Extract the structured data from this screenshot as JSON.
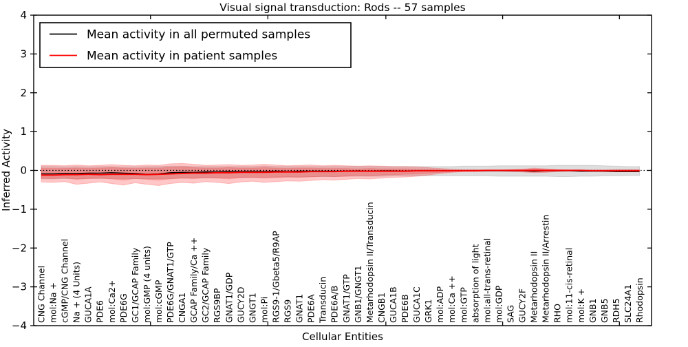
{
  "chart_data": {
    "type": "line",
    "title": "Visual signal transduction: Rods -- 57 samples",
    "xlabel": "Cellular Entities",
    "ylabel": "Inferred Activity",
    "ylim": [
      -4,
      4
    ],
    "grid": false,
    "legend_position": "upper left",
    "ytick_values": [
      4,
      3,
      2,
      1,
      0,
      -1,
      -2,
      -3,
      -4
    ],
    "ytick_labels": [
      "4",
      "3",
      "2",
      "1",
      "0",
      "−1",
      "−2",
      "−3",
      "−4"
    ],
    "xtick_fractions": [
      0.189,
      0.379,
      0.57,
      0.759,
      0.948
    ],
    "zero_line": {
      "y": 0,
      "style": "dotted",
      "color": "#000000"
    },
    "colors": {
      "permuted_line": "#000000",
      "patient_line": "#ff0000",
      "permuted_band": "#000000",
      "patient_band": "#ff0000",
      "frame": "#000000",
      "background": "#ffffff"
    },
    "categories": [
      "CNG Channel",
      "mol:Na +",
      "cGMP/CNG Channel",
      "Na + (4 Units)",
      "GUCA1A",
      "PDE6",
      "mol:Ca2+",
      "PDE6G",
      "GC1/GCAP Family",
      "mol:GMP (4 units)",
      "mol:cGMP",
      "PDE6G/GNAT1/GTP",
      "CNGA1",
      "GCAP Family/Ca ++",
      "GC2/GCAP Family",
      "RGS9BP",
      "GNAT1/GDP",
      "GUCY2D",
      "GNGT1",
      "mol:Pi",
      "RGS9-1/Gbeta5/R9AP",
      "RGS9",
      "GNAT1",
      "PDE6A",
      "Transducin",
      "PDE6A/B",
      "GNAT1/GTP",
      "GNB1/GNGT1",
      "Metarhodopsin II/Transducin",
      "CNGB1",
      "GUCA1B",
      "PDE6B",
      "GUCA1C",
      "GRK1",
      "mol:ADP",
      "mol:Ca ++",
      "mol:GTP",
      "absorption of light",
      "mol:all-trans-retinal",
      "mol:GDP",
      "SAG",
      "GUCY2F",
      "Metarhodopsin II",
      "Metarhodopsin II/Arrestin",
      "RHO",
      "mol:11-cis-retinal",
      "mol:K +",
      "GNB1",
      "GNB5",
      "RDH5",
      "SLC24A1",
      "Rhodopsin"
    ],
    "series": [
      {
        "name": "Mean activity in all permuted samples",
        "color": "#000000",
        "values": [
          -0.09,
          -0.09,
          -0.08,
          -0.08,
          -0.07,
          -0.07,
          -0.06,
          -0.07,
          -0.08,
          -0.1,
          -0.09,
          -0.06,
          -0.05,
          -0.05,
          -0.04,
          -0.04,
          -0.03,
          -0.03,
          -0.03,
          -0.03,
          -0.02,
          -0.03,
          -0.02,
          -0.02,
          -0.02,
          -0.02,
          -0.02,
          -0.01,
          -0.02,
          -0.01,
          -0.01,
          -0.02,
          -0.01,
          -0.01,
          -0.01,
          -0.01,
          -0.01,
          -0.01,
          -0.01,
          -0.01,
          -0.01,
          -0.01,
          -0.02,
          -0.01,
          -0.01,
          -0.01,
          -0.02,
          -0.02,
          -0.02,
          -0.03,
          -0.03,
          -0.03
        ]
      },
      {
        "name": "Mean activity in patient samples",
        "color": "#ff0000",
        "values": [
          -0.12,
          -0.12,
          -0.11,
          -0.11,
          -0.1,
          -0.11,
          -0.1,
          -0.1,
          -0.1,
          -0.11,
          -0.1,
          -0.09,
          -0.08,
          -0.07,
          -0.07,
          -0.06,
          -0.06,
          -0.05,
          -0.05,
          -0.05,
          -0.04,
          -0.04,
          -0.04,
          -0.03,
          -0.03,
          -0.03,
          -0.02,
          -0.02,
          -0.02,
          -0.02,
          -0.02,
          -0.02,
          -0.01,
          -0.01,
          -0.01,
          -0.01,
          -0.01,
          -0.01,
          0.0,
          0.0,
          0.0,
          0.0,
          0.0,
          0.0,
          0.0,
          0.0,
          0.0,
          -0.01,
          -0.01,
          -0.01,
          -0.01,
          -0.01
        ]
      }
    ],
    "bands": [
      {
        "name": "permuted-samples-range",
        "color": "#000000",
        "opacity": 0.13,
        "upper": [
          0.1,
          0.1,
          0.09,
          0.1,
          0.09,
          0.1,
          0.1,
          0.09,
          0.09,
          0.1,
          0.1,
          0.11,
          0.11,
          0.1,
          0.1,
          0.1,
          0.1,
          0.1,
          0.1,
          0.11,
          0.1,
          0.1,
          0.1,
          0.1,
          0.1,
          0.1,
          0.1,
          0.1,
          0.1,
          0.1,
          0.1,
          0.1,
          0.1,
          0.1,
          0.1,
          0.1,
          0.11,
          0.11,
          0.11,
          0.12,
          0.12,
          0.12,
          0.12,
          0.12,
          0.13,
          0.13,
          0.13,
          0.13,
          0.12,
          0.11,
          0.1,
          0.1
        ],
        "lower": [
          -0.22,
          -0.22,
          -0.21,
          -0.22,
          -0.21,
          -0.21,
          -0.21,
          -0.22,
          -0.21,
          -0.22,
          -0.22,
          -0.21,
          -0.2,
          -0.2,
          -0.19,
          -0.19,
          -0.19,
          -0.18,
          -0.18,
          -0.18,
          -0.17,
          -0.17,
          -0.17,
          -0.16,
          -0.16,
          -0.16,
          -0.15,
          -0.15,
          -0.15,
          -0.15,
          -0.14,
          -0.14,
          -0.14,
          -0.14,
          -0.14,
          -0.14,
          -0.14,
          -0.14,
          -0.14,
          -0.15,
          -0.15,
          -0.15,
          -0.15,
          -0.15,
          -0.16,
          -0.16,
          -0.15,
          -0.15,
          -0.14,
          -0.14,
          -0.13,
          -0.13
        ]
      },
      {
        "name": "patient-samples-range-outer",
        "color": "#ff0000",
        "opacity": 0.22,
        "upper": [
          0.13,
          0.13,
          0.12,
          0.14,
          0.12,
          0.13,
          0.15,
          0.13,
          0.12,
          0.14,
          0.13,
          0.17,
          0.18,
          0.16,
          0.13,
          0.14,
          0.15,
          0.13,
          0.14,
          0.16,
          0.14,
          0.12,
          0.13,
          0.14,
          0.12,
          0.13,
          0.12,
          0.11,
          0.12,
          0.11,
          0.1,
          0.1,
          0.09,
          0.07,
          0.05,
          0.03,
          0.02,
          0.02,
          0.01,
          0.01,
          0.02,
          0.03,
          0.06,
          0.04,
          0.02,
          0.01,
          0.01,
          0.01,
          0.01,
          0.02,
          0.02,
          0.02
        ],
        "lower": [
          -0.3,
          -0.31,
          -0.29,
          -0.36,
          -0.33,
          -0.3,
          -0.34,
          -0.38,
          -0.32,
          -0.36,
          -0.39,
          -0.34,
          -0.31,
          -0.33,
          -0.29,
          -0.31,
          -0.34,
          -0.3,
          -0.28,
          -0.31,
          -0.29,
          -0.27,
          -0.28,
          -0.26,
          -0.24,
          -0.25,
          -0.23,
          -0.21,
          -0.22,
          -0.2,
          -0.18,
          -0.17,
          -0.15,
          -0.12,
          -0.08,
          -0.05,
          -0.03,
          -0.03,
          -0.02,
          -0.02,
          -0.03,
          -0.04,
          -0.06,
          -0.05,
          -0.03,
          -0.02,
          -0.02,
          -0.02,
          -0.03,
          -0.03,
          -0.03,
          -0.03
        ]
      },
      {
        "name": "patient-samples-range-inner",
        "color": "#ff0000",
        "opacity": 0.18,
        "upper": [
          0.05,
          0.05,
          0.05,
          0.06,
          0.05,
          0.06,
          0.07,
          0.06,
          0.05,
          0.06,
          0.06,
          0.08,
          0.09,
          0.07,
          0.06,
          0.06,
          0.07,
          0.06,
          0.06,
          0.07,
          0.06,
          0.05,
          0.06,
          0.06,
          0.05,
          0.05,
          0.05,
          0.04,
          0.05,
          0.04,
          0.04,
          0.04,
          0.03,
          0.03,
          0.02,
          0.01,
          0.01,
          0.01,
          0.01,
          0.01,
          0.01,
          0.01,
          0.03,
          0.02,
          0.01,
          0.01,
          0.01,
          0.01,
          0.01,
          0.01,
          0.01,
          0.01
        ],
        "lower": [
          -0.2,
          -0.21,
          -0.19,
          -0.23,
          -0.21,
          -0.2,
          -0.22,
          -0.25,
          -0.21,
          -0.23,
          -0.25,
          -0.22,
          -0.2,
          -0.21,
          -0.19,
          -0.2,
          -0.22,
          -0.19,
          -0.18,
          -0.2,
          -0.19,
          -0.17,
          -0.18,
          -0.17,
          -0.15,
          -0.16,
          -0.15,
          -0.13,
          -0.14,
          -0.12,
          -0.11,
          -0.1,
          -0.09,
          -0.07,
          -0.05,
          -0.03,
          -0.02,
          -0.02,
          -0.01,
          -0.01,
          -0.02,
          -0.02,
          -0.04,
          -0.03,
          -0.02,
          -0.01,
          -0.01,
          -0.01,
          -0.02,
          -0.02,
          -0.02,
          -0.02
        ]
      }
    ],
    "legend": [
      {
        "label": "Mean activity in all permuted samples",
        "color": "#000000"
      },
      {
        "label": "Mean activity in patient samples",
        "color": "#ff0000"
      }
    ]
  }
}
